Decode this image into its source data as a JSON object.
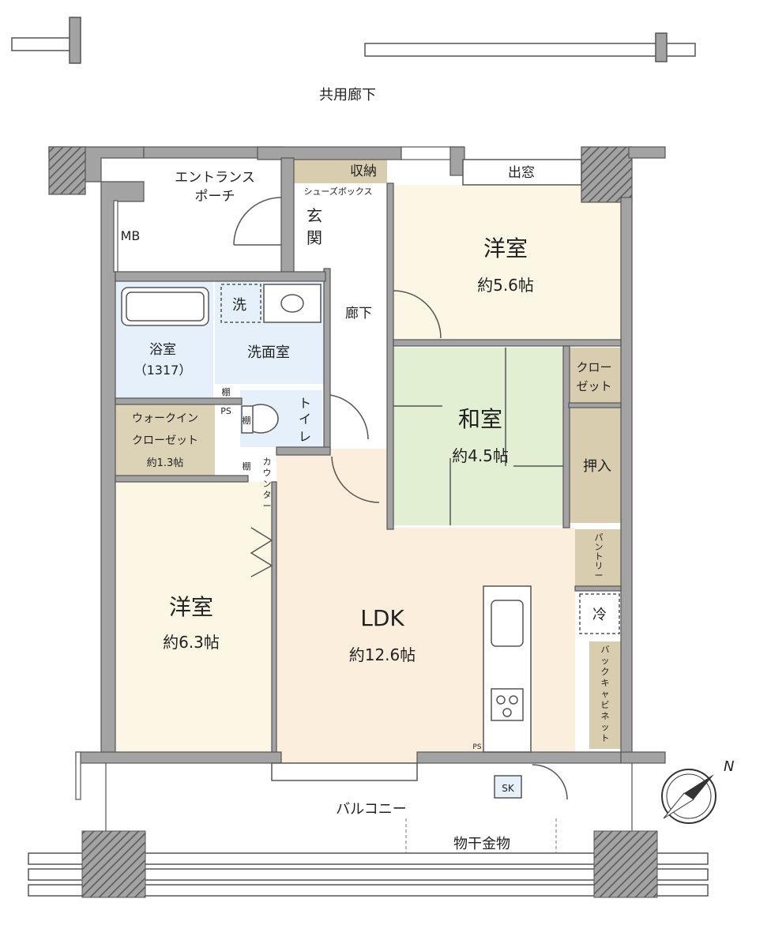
{
  "corridor": "共用廊下",
  "rooms": {
    "entrance_porch": [
      "エントランス",
      "ポーチ"
    ],
    "meter_box": "MB",
    "storage": "収納",
    "shoe_box": "シューズボックス",
    "genkan": [
      "玄",
      "関"
    ],
    "bay_window": "出窓",
    "western_room_1": {
      "name": "洋室",
      "area": "約5.6帖"
    },
    "hallway": "廊下",
    "laundry": "洗",
    "washroom": "洗面室",
    "bathroom": {
      "name": "浴室",
      "size": "（1317）"
    },
    "shelf_1": "棚",
    "shelf_2": "棚",
    "shelf_3": "棚",
    "pipe_space_1": "PS",
    "pipe_space_2": "PS",
    "toilet": [
      "ト",
      "イ",
      "レ"
    ],
    "closet_small": [
      "クロー",
      "ゼット"
    ],
    "japanese_room": {
      "name": "和室",
      "area": "約4.5帖"
    },
    "oshiire": "押入",
    "walk_in_closet": {
      "name": [
        "ウォークイン",
        "クローゼット"
      ],
      "area": "約1.3帖"
    },
    "counter": [
      "カ",
      "ウ",
      "ン",
      "タ",
      "ー"
    ],
    "pantry": [
      "パ",
      "ン",
      "ト",
      "リ",
      "ー"
    ],
    "fridge": "冷",
    "western_room_2": {
      "name": "洋室",
      "area": "約6.3帖"
    },
    "ldk": {
      "name": "LDK",
      "area": "約12.6帖"
    },
    "back_cabinet": [
      "バ",
      "ッ",
      "ク",
      "キ",
      "ャ",
      "ビ",
      "ネ",
      "ッ",
      "ト"
    ],
    "shoe_keep": "SK",
    "balcony": "バルコニー",
    "laundry_hanger": "物干金物"
  },
  "compass": "N",
  "colors": {
    "wall": "#a3a3a3",
    "western": "#fbf7e4",
    "ldk": "#fbeedd",
    "japanese": "#e2efd3",
    "wet": "#e5f0fa",
    "storage": "#d9cdb0",
    "walkin": "#dcd2b6"
  }
}
